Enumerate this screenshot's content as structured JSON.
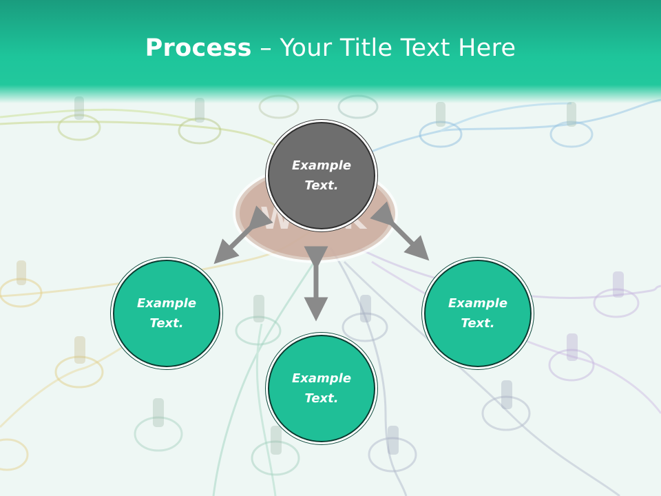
{
  "header": {
    "title_bold": "Process",
    "title_rest": " – Your Title Text Here"
  },
  "nodes": {
    "center": "Example\nText.",
    "left": "Example\nText.",
    "bottom": "Example\nText.",
    "right": "Example\nText."
  },
  "colors": {
    "header": "#1ec59b",
    "teal_node": "#1fbf97",
    "center_node": "#6e6e6e",
    "arrow": "#8a8a8a"
  }
}
